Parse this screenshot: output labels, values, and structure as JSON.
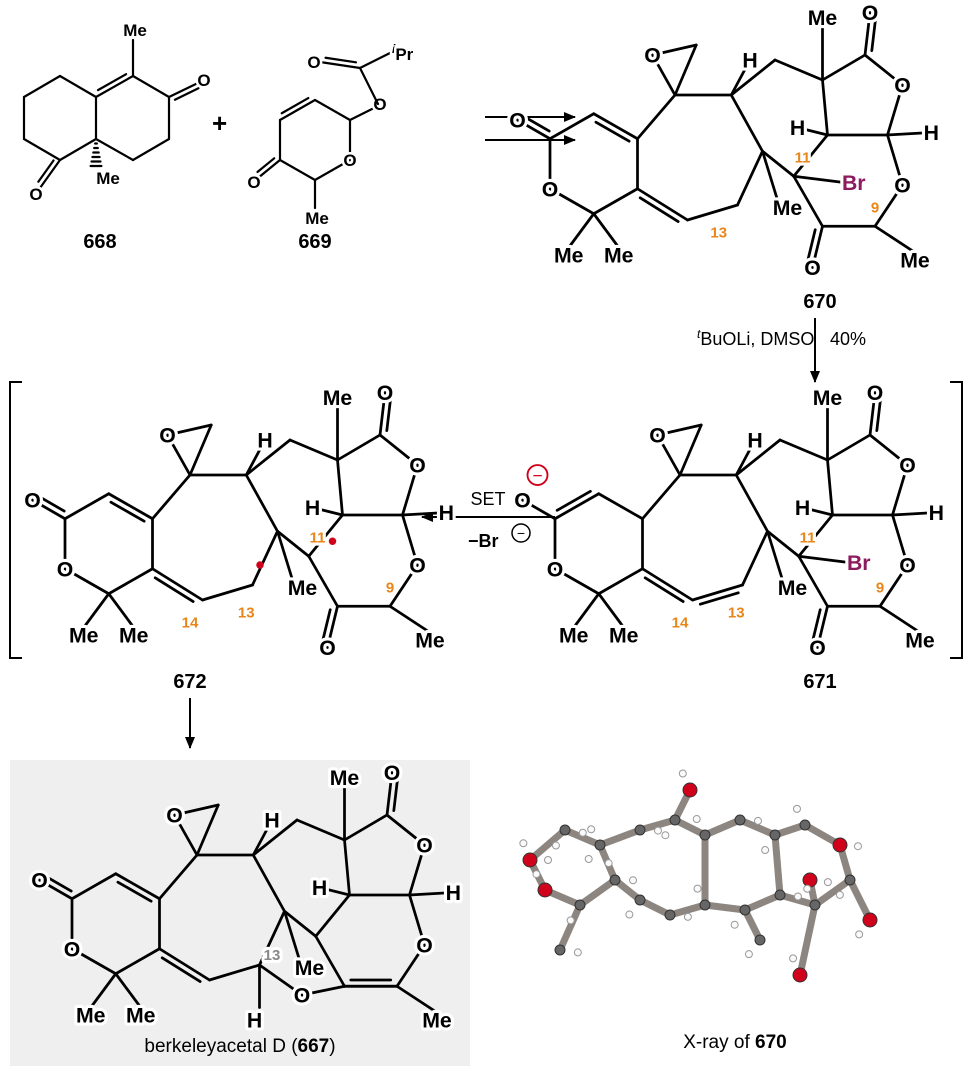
{
  "atoms": {
    "O": "O",
    "Me": "Me",
    "H": "H",
    "Br": "Br",
    "Pr": "Pr",
    "i": "i"
  },
  "locants": {
    "9": "9",
    "11": "11",
    "13": "13",
    "14": "14"
  },
  "compounds": {
    "c668": "668",
    "c669": "669",
    "c670": "670",
    "c671": "671",
    "c672": "672"
  },
  "plus": "+",
  "conditions": {
    "reagent_sup": "t",
    "reagent": "BuOLi, DMSO",
    "yield": "40%",
    "set": "SET",
    "loss": "−Br",
    "charge": "−"
  },
  "product": {
    "name": "berkeleyacetal D (",
    "id": "667",
    "close": ")"
  },
  "xray": {
    "label": "X-ray of ",
    "id": "670"
  },
  "colors": {
    "oxygen": "#d0021b",
    "bromine": "#8b1a5e",
    "locant": "#e8861a",
    "highlight_box": "#efefef",
    "arrow": "#000000"
  }
}
